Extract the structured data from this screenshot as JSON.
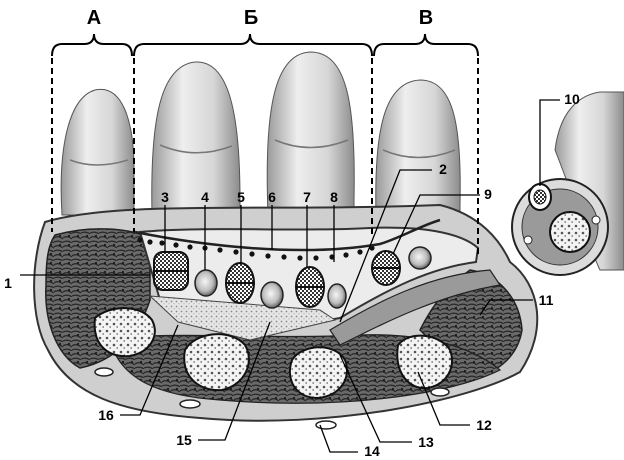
{
  "sections": [
    {
      "id": "a",
      "label": "А"
    },
    {
      "id": "b",
      "label": "Б"
    },
    {
      "id": "v",
      "label": "В"
    }
  ],
  "callouts": [
    {
      "n": "1",
      "label": "1"
    },
    {
      "n": "2",
      "label": "2"
    },
    {
      "n": "3",
      "label": "3"
    },
    {
      "n": "4",
      "label": "4"
    },
    {
      "n": "5",
      "label": "5"
    },
    {
      "n": "6",
      "label": "6"
    },
    {
      "n": "7",
      "label": "7"
    },
    {
      "n": "8",
      "label": "8"
    },
    {
      "n": "9",
      "label": "9"
    },
    {
      "n": "10",
      "label": "10"
    },
    {
      "n": "11",
      "label": "11"
    },
    {
      "n": "12",
      "label": "12"
    },
    {
      "n": "13",
      "label": "13"
    },
    {
      "n": "14",
      "label": "14"
    },
    {
      "n": "15",
      "label": "15"
    },
    {
      "n": "16",
      "label": "16"
    }
  ]
}
